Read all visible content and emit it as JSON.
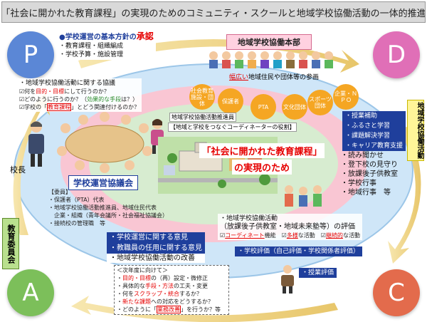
{
  "title": "「社会に開かれた教育課程」の実現のためのコミュニティ・スクールと地域学校協働活動の一体的推進",
  "pdca": {
    "p": "P",
    "d": "D",
    "c": "C",
    "a": "A"
  },
  "colors": {
    "p": "#5b87d6",
    "d": "#e06fb7",
    "c": "#e36b4c",
    "a": "#7cbf5a",
    "ring": "#c7e3f7",
    "inner_ring": "#f6b6c8",
    "accent_blue": "#1f3f9c"
  },
  "plan": {
    "heading_prefix": "●学校運営の基本方針の",
    "heading_emphasis": "承認",
    "items": [
      "・教育課程・組織編成",
      "・学校予算・施設管理"
    ]
  },
  "consult": {
    "title": "・地域学校協働活動に関する協議",
    "q1_pre": "☑何を",
    "q1_red": "目的・目標",
    "q1_post": "にして行うのか？",
    "q2_pre": "☑どのように行うのか？（",
    "q2_green": "効果的な手段",
    "q2_post": "は？）",
    "q3_pre": "☑学校の「",
    "q3_red": "教育課程",
    "q3_post": "」とどう関連付けるのか？"
  },
  "hq": {
    "label": "地域学校協働本部",
    "participation_emph": "幅広い",
    "participation_rest": "地域住民や団体等の参画"
  },
  "bubbles": [
    "社会教育施設・団体",
    "保護者",
    "PTA",
    "文化団体",
    "スポーツ団体",
    "企業・ＮＰＯ"
  ],
  "promoter": {
    "label": "地域学校協働活動推進員",
    "role": "【地域と学校をつなぐコーディネーターの役割】"
  },
  "center": {
    "line1": "「社会に開かれた教育課程」",
    "line2": "の実現のため"
  },
  "activities": {
    "vertical_label": "地域学校協働活動",
    "boxed": [
      "・授業補助",
      "・ふるさと学習",
      "・課題解決学習",
      "・キャリア教育支援"
    ],
    "plain": [
      "・読み聞かせ",
      "・登下校の見守り",
      "・放課後子供教室",
      "・学校行事",
      "・地域行事　等"
    ]
  },
  "council": {
    "label": "学校運営協議会",
    "principal": "校長",
    "members_heading": "【委員】",
    "members": [
      "・保護者（PTA）代表",
      "・地域学校協働活動推進員、地域住民代表",
      "　企業・組織（青年会議所・社会福祉協議会）",
      "・接続校の管理職　等"
    ]
  },
  "board": "教育委員会",
  "evaluation": {
    "line1": "・地域学校協働活動",
    "line2": "（放課後子供教室・地域未来塾等）の評価",
    "line3_pre": "☑",
    "line3_red1": "コーディネート",
    "line3_mid1": "機能　☑",
    "line3_red2": "多様",
    "line3_mid2": "な活動　☑",
    "line3_red3": "継続的",
    "line3_post": "な活動",
    "school_eval": "・学校評価（自己評価・学校関係者評価）",
    "lesson_eval": "・授業評価"
  },
  "opinions": {
    "items": [
      "・学校運営に関する意見",
      "・教職員の任用に関する意見",
      "・地域学校協働活動の改善"
    ]
  },
  "next_year": {
    "heading": "＜次年度に向けて＞",
    "l1_pre": "・",
    "l1_red": "目的・目標",
    "l1_post": "の（再）設定・微修正",
    "l2_pre": "・具体的な",
    "l2_red": "手段・方法",
    "l2_post": "の工夫・変更",
    "l3_pre": "・何を",
    "l3_red": "スクラップ・統合",
    "l3_post": "するか？",
    "l4_pre": "・",
    "l4_red": "新たな課題",
    "l4_post": "への対応をどうするか？",
    "l5_pre": "・どのように「",
    "l5_red": "業務改善",
    "l5_post": "」を行うか？等"
  }
}
